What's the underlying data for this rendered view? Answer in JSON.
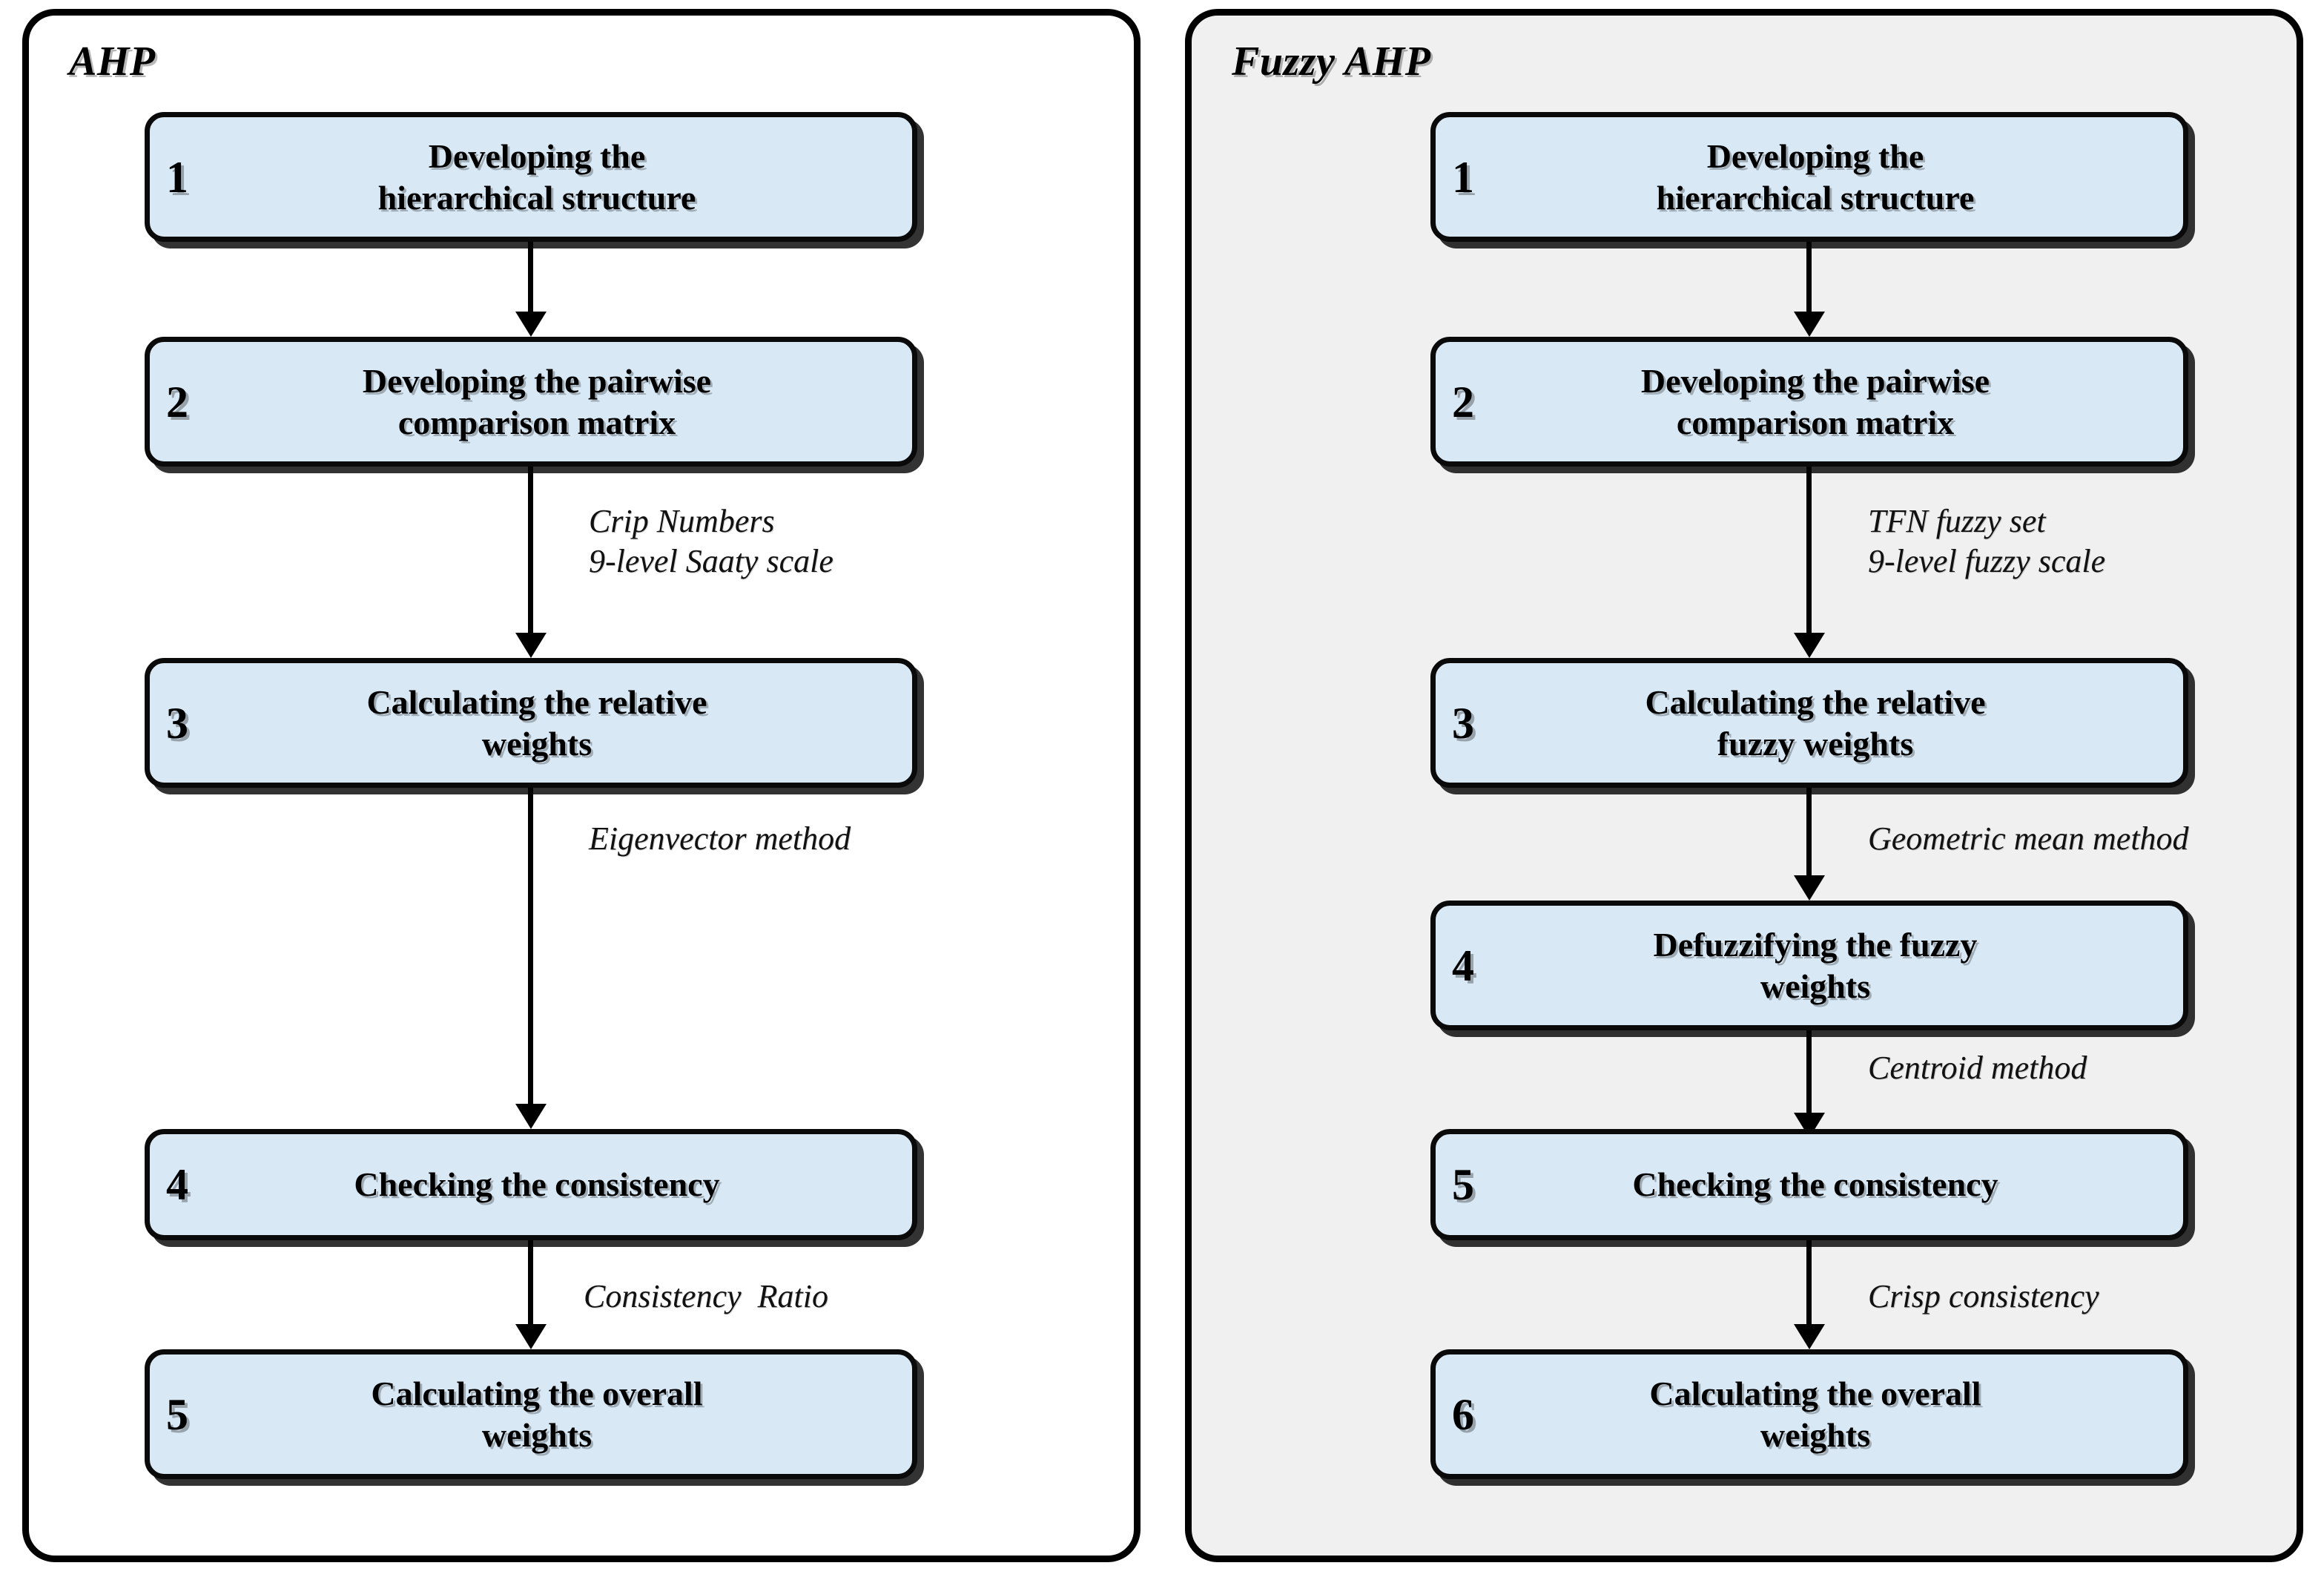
{
  "panels": [
    {
      "id": "ahp",
      "title": "AHP",
      "background": "#ffffff",
      "steps": [
        {
          "num": "1",
          "text": "Developing the\nhierarchical structure"
        },
        {
          "num": "2",
          "text": "Developing the pairwise\ncomparison matrix"
        },
        {
          "num": "3",
          "text": "Calculating the relative\nweights"
        },
        {
          "num": "4",
          "text": "Checking the consistency"
        },
        {
          "num": "5",
          "text": "Calculating the overall\nweights"
        }
      ],
      "edge_labels": [
        "",
        "Crip Numbers\n9-level Saaty scale",
        "Eigenvector method",
        "Consistency  Ratio"
      ]
    },
    {
      "id": "fuzzy-ahp",
      "title": "Fuzzy AHP",
      "background": "#f0f0f0",
      "steps": [
        {
          "num": "1",
          "text": "Developing the\nhierarchical structure"
        },
        {
          "num": "2",
          "text": "Developing the pairwise\ncomparison matrix"
        },
        {
          "num": "3",
          "text": "Calculating the relative\nfuzzy weights"
        },
        {
          "num": "4",
          "text": "Defuzzifying the fuzzy\nweights"
        },
        {
          "num": "5",
          "text": "Checking the consistency"
        },
        {
          "num": "6",
          "text": "Calculating the overall\nweights"
        }
      ],
      "edge_labels": [
        "",
        "TFN fuzzy set\n9-level fuzzy scale",
        "Geometric mean method",
        "Centroid method",
        "Crisp consistency"
      ]
    }
  ],
  "colors": {
    "box_fill": "#d8e8f5",
    "box_border": "#0a0a0a",
    "panel_border": "#000000",
    "panel_left_bg": "#ffffff",
    "panel_right_bg": "#f0f0f0",
    "text": "#000000"
  }
}
